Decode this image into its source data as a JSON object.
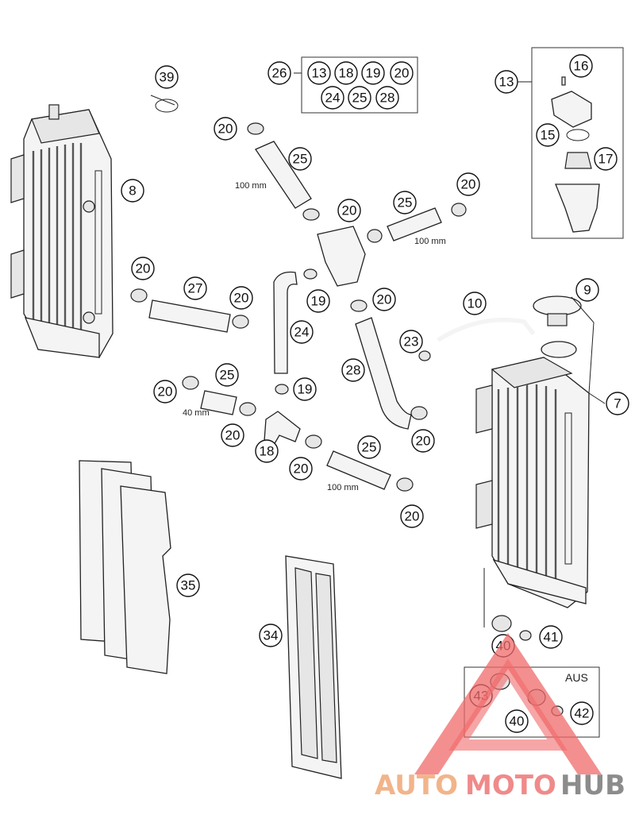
{
  "callouts": [
    {
      "label": "39"
    },
    {
      "label": "8"
    },
    {
      "label": "26"
    },
    {
      "label": "13"
    },
    {
      "label": "18"
    },
    {
      "label": "19"
    },
    {
      "label": "20"
    },
    {
      "label": "24"
    },
    {
      "label": "25"
    },
    {
      "label": "28"
    },
    {
      "label": "13"
    },
    {
      "label": "16"
    },
    {
      "label": "15"
    },
    {
      "label": "17"
    },
    {
      "label": "20"
    },
    {
      "label": "25"
    },
    {
      "label": "20"
    },
    {
      "label": "25"
    },
    {
      "label": "20"
    },
    {
      "label": "20"
    },
    {
      "label": "27"
    },
    {
      "label": "20"
    },
    {
      "label": "19"
    },
    {
      "label": "20"
    },
    {
      "label": "24"
    },
    {
      "label": "10"
    },
    {
      "label": "9"
    },
    {
      "label": "23"
    },
    {
      "label": "28"
    },
    {
      "label": "7"
    },
    {
      "label": "20"
    },
    {
      "label": "25"
    },
    {
      "label": "19"
    },
    {
      "label": "20"
    },
    {
      "label": "18"
    },
    {
      "label": "20"
    },
    {
      "label": "20"
    },
    {
      "label": "25"
    },
    {
      "label": "20"
    },
    {
      "label": "20"
    },
    {
      "label": "35"
    },
    {
      "label": "34"
    },
    {
      "label": "40"
    },
    {
      "label": "41"
    },
    {
      "label": "43"
    },
    {
      "label": "40"
    },
    {
      "label": "42"
    }
  ],
  "dimensions": {
    "hose_top": "100 mm",
    "hose_right": "100 mm",
    "hose_short": "40 mm",
    "hose_bottom": "100 mm"
  },
  "aus_label": "AUS",
  "watermark": {
    "part1": "AUTO",
    "part2": "MOTO",
    "part3": "HUB",
    "color_auto": "#f2b48a",
    "color_moto": "#f08a8a",
    "color_hub": "#8c8c8c",
    "triangle_color": "#f06a6a"
  }
}
